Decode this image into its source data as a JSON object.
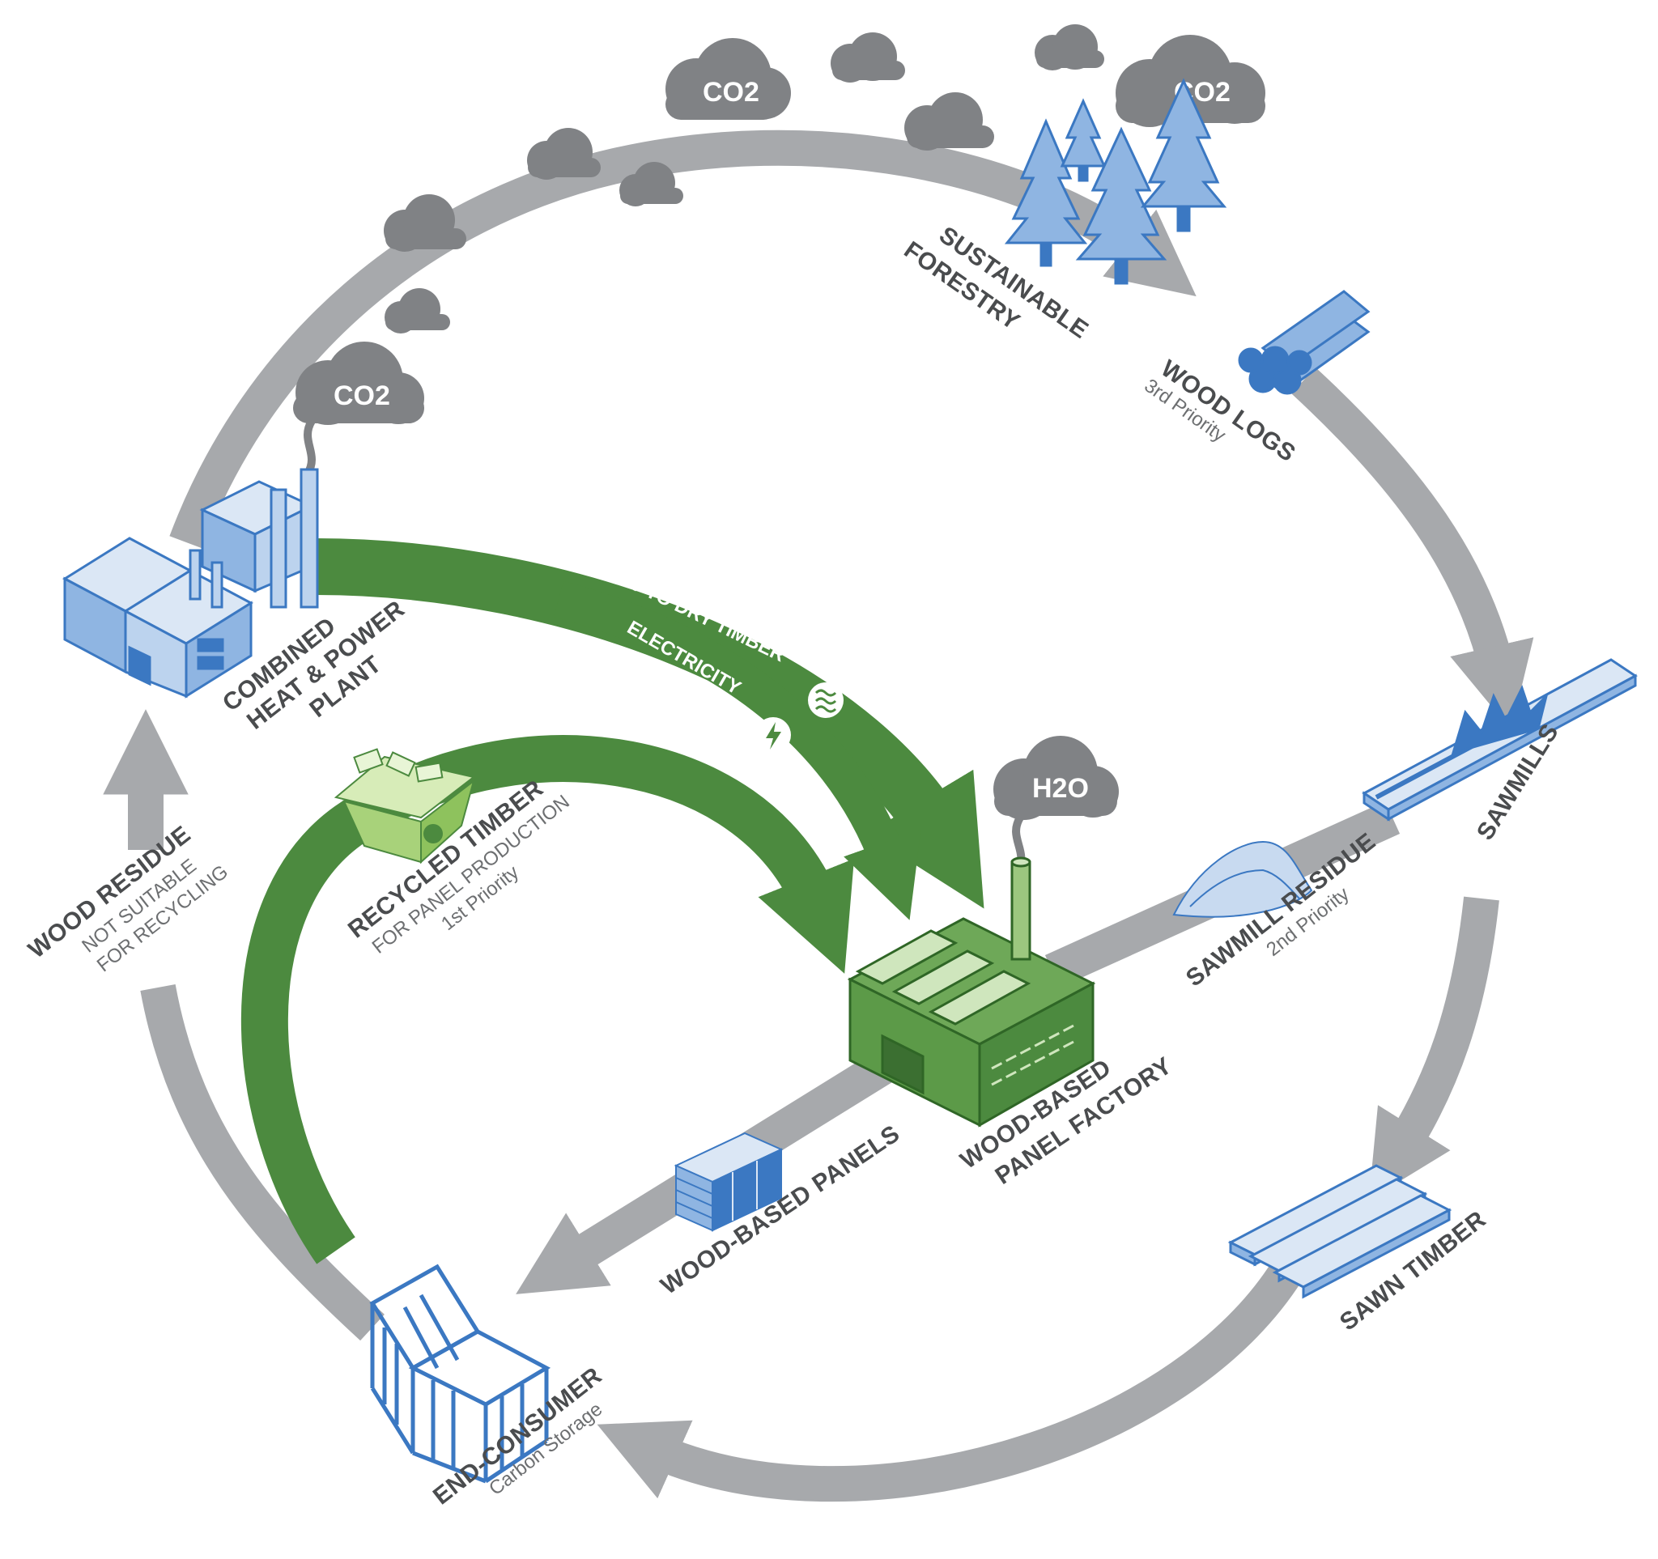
{
  "colors": {
    "cycle_arrow": "#a7a9ac",
    "green_flow": "#4c8a3f",
    "cloud": "#808285",
    "tree_blue": "#3b78c2",
    "object_blue": "#8fb5e2",
    "label_text": "#4a4c4e",
    "sub_text": "#6d6f71"
  },
  "clouds": {
    "co2_a": "CO2",
    "co2_b": "CO2",
    "co2_plant": "CO2",
    "h2o": "H2O"
  },
  "nodes": {
    "forestry": {
      "line1": "SUSTAINABLE",
      "line2": "FORESTRY"
    },
    "wood_logs": {
      "title": "WOOD LOGS",
      "sub": "3rd Priority"
    },
    "sawmills": {
      "title": "SAWMILLS"
    },
    "sawmill_residue": {
      "title": "SAWMILL RESIDUE",
      "sub": "2nd Priority"
    },
    "sawn_timber": {
      "title": "SAWN TIMBER"
    },
    "end_consumer": {
      "title": "END-CONSUMER",
      "sub": "Carbon Storage"
    },
    "wood_based_panels": {
      "title": "WOOD-BASED PANELS"
    },
    "panel_factory": {
      "line1": "WOOD-BASED",
      "line2": "PANEL FACTORY"
    },
    "recycled_timber": {
      "title": "RECYCLED TIMBER",
      "sub1": "FOR PANEL PRODUCTION",
      "sub2": "1st Priority"
    },
    "wood_residue": {
      "title": "WOOD RESIDUE",
      "sub1": "NOT SUITABLE",
      "sub2": "FOR RECYCLING"
    },
    "chp_plant": {
      "line1": "COMBINED",
      "line2": "HEAT & POWER",
      "line3": "PLANT"
    }
  },
  "flows": {
    "heat": "HEAT TO DRY TIMBER",
    "electricity": "ELECTRICITY"
  },
  "icons": {
    "heat": "heat-waves-icon",
    "electricity": "lightning-bolt-icon",
    "recycle": "recycle-icon"
  }
}
